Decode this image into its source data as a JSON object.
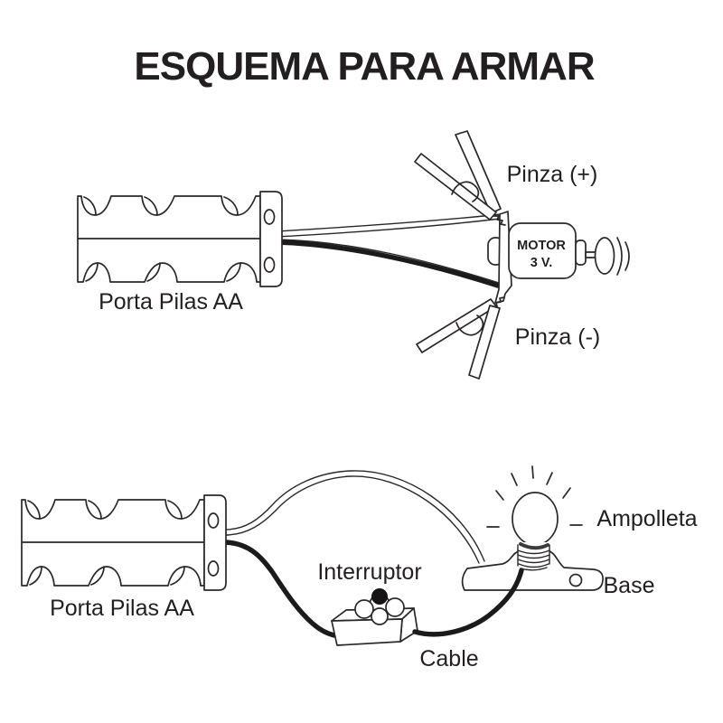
{
  "title": "ESQUEMA PARA ARMAR",
  "colors": {
    "ink": "#2b2728",
    "text": "#231f20",
    "background": "#ffffff",
    "wire": "#1d1a1b"
  },
  "top_circuit": {
    "battery_label": "Porta Pilas AA",
    "positive_clip_label": "Pinza (+)",
    "negative_clip_label": "Pinza (-)",
    "motor_label_line1": "MOTOR",
    "motor_label_line2": "3 V."
  },
  "bottom_circuit": {
    "battery_label": "Porta Pilas AA",
    "switch_label": "Interruptor",
    "bulb_label": "Ampolleta",
    "base_label": "Base",
    "cable_label": "Cable"
  }
}
